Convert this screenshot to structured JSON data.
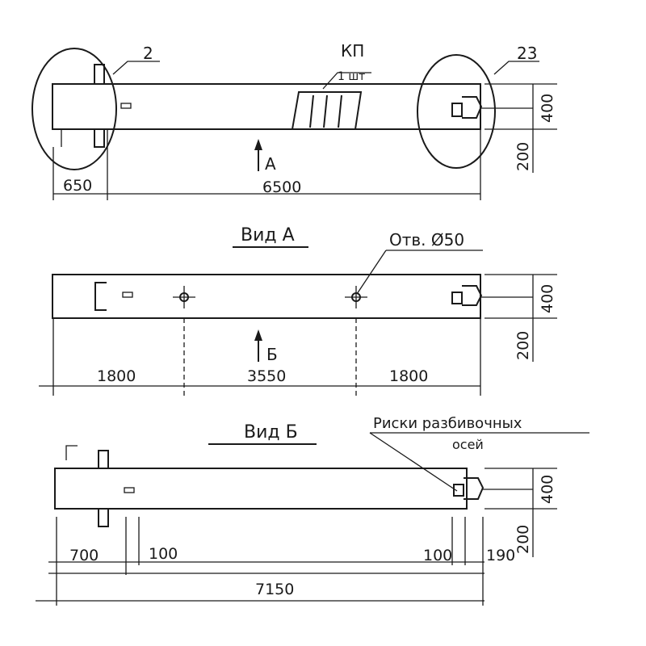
{
  "view_main": {
    "callout_left": "2",
    "callout_right": "23",
    "kp_label": "КП",
    "kp_qty": "1 шт",
    "arrow_label": "А",
    "dim_left": "650",
    "dim_total": "6500",
    "dim_height": "400",
    "dim_offset": "200"
  },
  "view_a": {
    "title": "Вид А",
    "hole_note": "Отв. Ø50",
    "arrow_label": "Б",
    "dim_left": "1800",
    "dim_middle": "3550",
    "dim_right": "1800",
    "dim_height": "400",
    "dim_offset": "200"
  },
  "view_b": {
    "title": "Вид Б",
    "note_line1": "Риски разбивочных",
    "note_line2": "осей",
    "dim_left": "700",
    "dim_left_inner": "100",
    "dim_right_inner": "100",
    "dim_right": "190",
    "dim_total": "7150",
    "dim_height": "400",
    "dim_offset": "200"
  }
}
